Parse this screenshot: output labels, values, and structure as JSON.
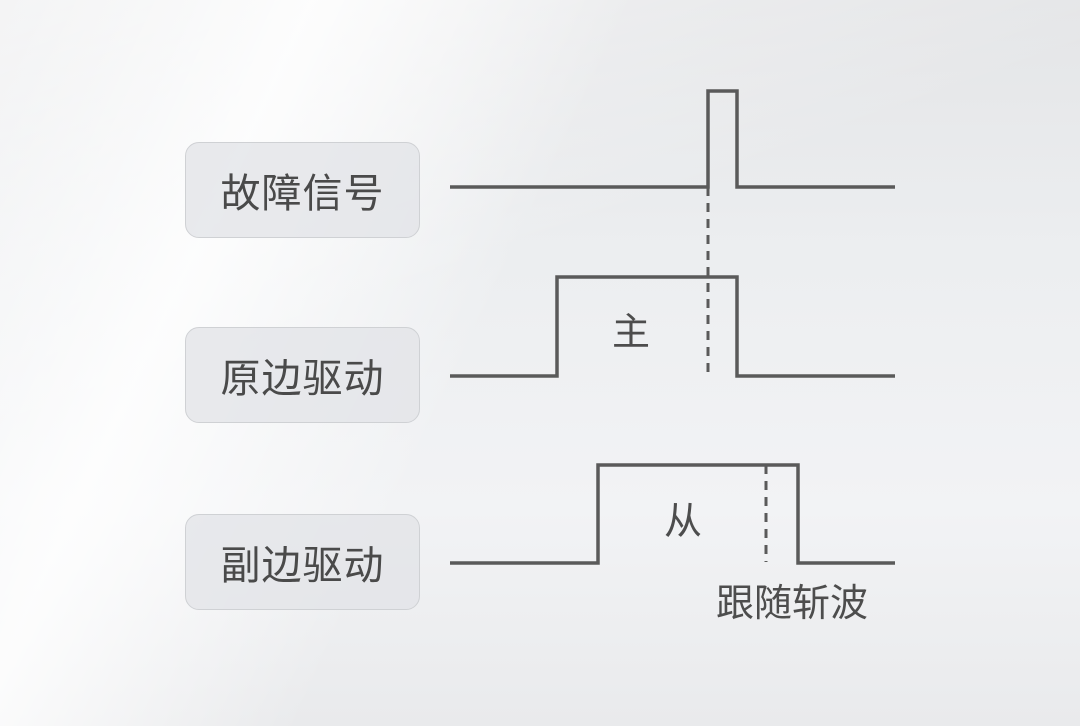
{
  "rows": [
    {
      "label": "故障信号"
    },
    {
      "label": "原边驱动"
    },
    {
      "label": "副边驱动"
    }
  ],
  "annotations": {
    "primary": "主",
    "secondary": "从",
    "follow_chop": "跟随斩波"
  },
  "colors": {
    "signal_line": "#5a5a5a",
    "label_text": "#4a4a4a",
    "label_background": "#e1e3e7",
    "label_border": "#cfd1d4"
  }
}
